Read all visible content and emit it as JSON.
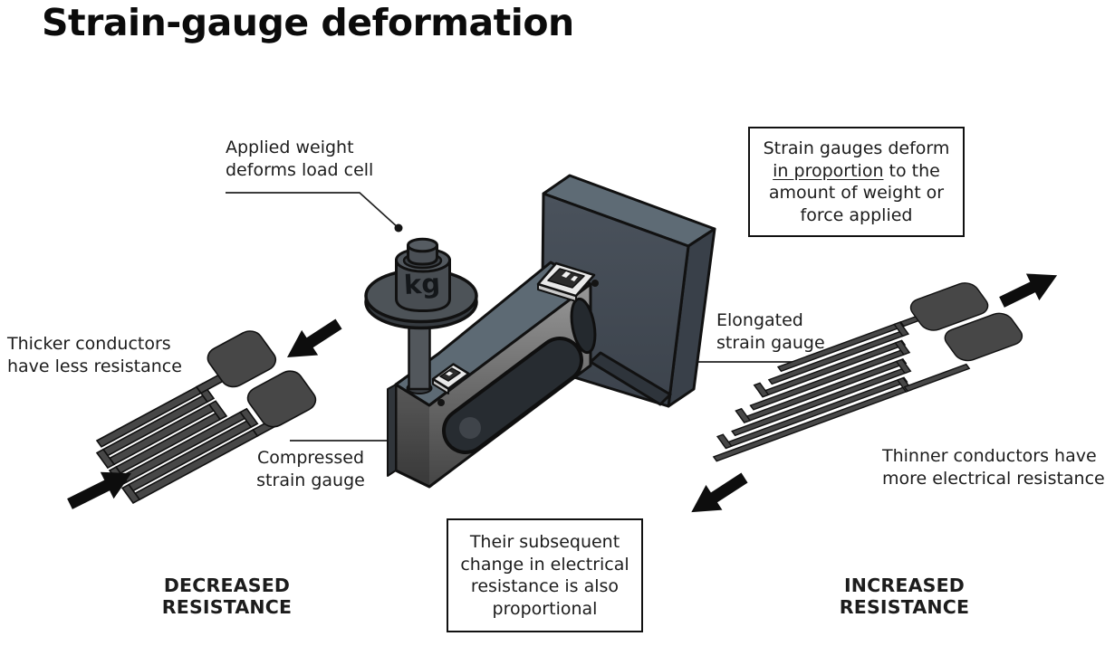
{
  "title": "Strain-gauge deformation",
  "annotations": {
    "applied_weight": {
      "lines": [
        "Applied weight",
        "deforms load cell"
      ]
    },
    "thicker_conductors": {
      "lines": [
        "Thicker conductors",
        "have less resistance"
      ]
    },
    "compressed_gauge": {
      "lines": [
        "Compressed",
        "strain gauge"
      ]
    },
    "elongated_gauge": {
      "lines": [
        "Elongated",
        "strain gauge"
      ]
    },
    "thinner_conductors": {
      "lines": [
        "Thinner conductors have",
        "more electrical resistance"
      ]
    }
  },
  "callout_boxes": {
    "proportion": {
      "line1": "Strain gauges deform",
      "line2_underlined": "in proportion",
      "line2_rest": " to the",
      "line3": "amount of weight or",
      "line4": "force applied"
    },
    "subsequent": {
      "lines": [
        "Their subsequent",
        "change in electrical",
        "resistance is also",
        "proportional"
      ]
    }
  },
  "footers": {
    "decreased": "DECREASED RESISTANCE",
    "increased": "INCREASED RESISTANCE"
  },
  "load_cell": {
    "weight_label": "kg"
  },
  "colors": {
    "outline": "#111111",
    "gauge-fill": "#474747",
    "arrow": "#0d0d0d",
    "beam-top": "#5d6a74",
    "plate-front": "#4a525c",
    "plate-top": "#5e6b75",
    "plate-side": "#394049",
    "metal-body": "#484d52",
    "text": "#1c1c1c"
  }
}
